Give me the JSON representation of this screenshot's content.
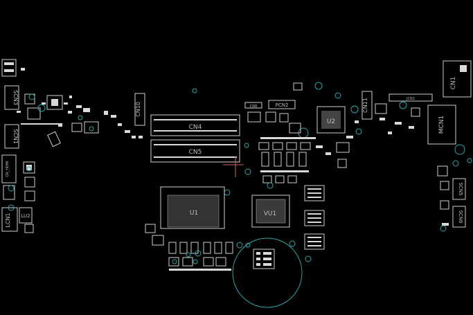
{
  "view": {
    "background_color": "#000000",
    "component_color": "#d0d0d0",
    "hole_color": "#2aa7a7",
    "cursor_color": "#cc6666"
  },
  "labels": {
    "cn1_right": "CN1",
    "cn10": "CN10",
    "cn11": "CN11",
    "pcn2": "PCN2",
    "u2": "U2",
    "cn4": "CN4",
    "cn5": "CN5",
    "u1": "U1",
    "vu1": "VU1",
    "mcn1": "MCN1",
    "scn3": "SCN3",
    "scn1": "SCN1",
    "lu2": "LU2",
    "lcn1": "LCN1",
    "scn5": "SCN5",
    "scn6": "SCN6",
    "cn8": "CN8",
    "hdmi": "CN_HDMI",
    "small_top_right": "JCN1"
  }
}
